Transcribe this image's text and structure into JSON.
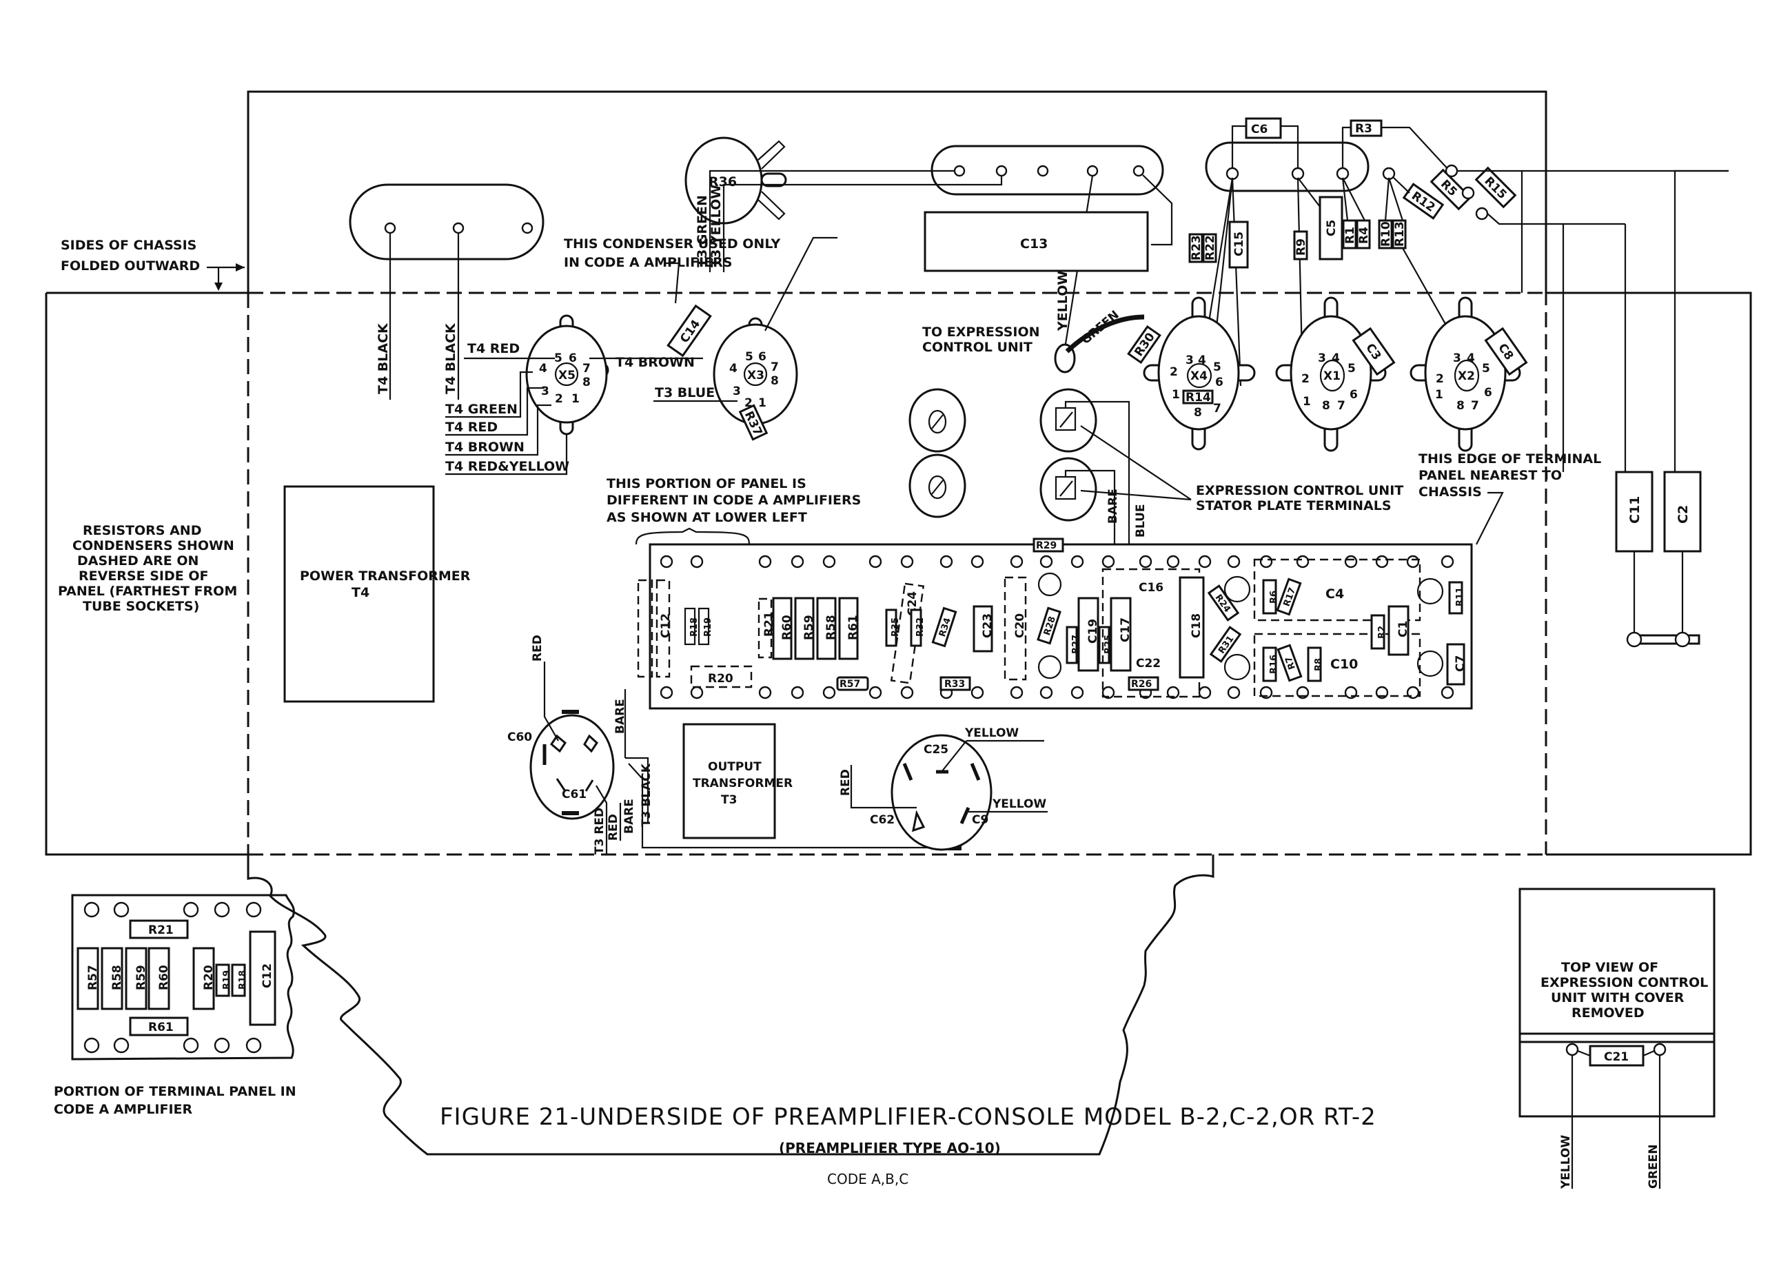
{
  "figure": {
    "title": "FIGURE 21-UNDERSIDE OF PREAMPLIFIER-CONSOLE MODEL B-2,C-2,OR RT-2",
    "subtitle": "(PREAMPLIFIER TYPE AO-10)",
    "code": "CODE A,B,C"
  },
  "notes": {
    "chassis_sides": [
      "SIDES OF CHASSIS",
      "FOLDED OUTWARD"
    ],
    "condenser_code_a": [
      "THIS CONDENSER USED ONLY",
      "IN CODE A AMPLIFIERS"
    ],
    "to_expression": [
      "TO EXPRESSION",
      "CONTROL UNIT"
    ],
    "stator_terminals": [
      "EXPRESSION CONTROL UNIT",
      "STATOR PLATE TERMINALS"
    ],
    "terminal_edge": [
      "THIS EDGE OF TERMINAL",
      "PANEL NEAREST TO",
      "CHASSIS"
    ],
    "panel_portion": [
      "THIS PORTION OF PANEL IS",
      "DIFFERENT IN CODE A AMPLIFIERS",
      "AS SHOWN AT LOWER LEFT"
    ],
    "dashed_legend": [
      "RESISTORS AND",
      "CONDENSERS SHOWN",
      "DASHED ARE ON",
      "REVERSE SIDE OF",
      "PANEL (FARTHEST FROM",
      "TUBE SOCKETS)"
    ],
    "code_a_panel": [
      "PORTION OF TERMINAL PANEL IN",
      "CODE A AMPLIFIER"
    ],
    "expression_top": [
      "TOP VIEW OF",
      "EXPRESSION CONTROL",
      "UNIT WITH COVER",
      "REMOVED"
    ]
  },
  "components": {
    "power_transformer": [
      "POWER TRANSFORMER",
      "T4"
    ],
    "output_transformer": [
      "OUTPUT",
      "TRANSFORMER",
      "T3"
    ],
    "potentiometer": "R36",
    "c13": "C13",
    "c14": "C14",
    "r37": "R37",
    "r30": "R30",
    "r14": "R14",
    "c3": "C3",
    "c8": "C8",
    "c6": "C6",
    "r3": "R3",
    "r5": "R5",
    "r12": "R12",
    "r15": "R15",
    "upper_vertical": [
      "R23",
      "R22",
      "C15",
      "R9",
      "C5",
      "R1",
      "R4",
      "R10",
      "R13"
    ],
    "c11": "C11",
    "c2": "C2",
    "c21": "C21",
    "can_left": [
      "C60",
      "C61"
    ],
    "can_right": [
      "C25",
      "C62",
      "C9"
    ]
  },
  "sockets": [
    {
      "id": "X5",
      "pins": [
        "1",
        "2",
        "3",
        "4",
        "5",
        "6",
        "7",
        "8"
      ]
    },
    {
      "id": "X3",
      "pins": [
        "1",
        "2",
        "3",
        "4",
        "5",
        "6",
        "7",
        "8"
      ]
    },
    {
      "id": "X4",
      "pins": [
        "1",
        "2",
        "3",
        "4",
        "5",
        "6",
        "7",
        "8"
      ]
    },
    {
      "id": "X1",
      "pins": [
        "1",
        "2",
        "3",
        "4",
        "5",
        "6",
        "7",
        "8"
      ]
    },
    {
      "id": "X2",
      "pins": [
        "1",
        "2",
        "3",
        "4",
        "5",
        "6",
        "7",
        "8"
      ]
    }
  ],
  "wires": {
    "t4_black_1": "T4 BLACK",
    "t4_black_2": "T4 BLACK",
    "t4_red": "T4 RED",
    "t4_brown_top": "T4 BROWN",
    "t4_green": "T4 GREEN",
    "t4_red_2": "T4 RED",
    "t4_brown": "T4 BROWN",
    "t4_red_yellow": "T4 RED&YELLOW",
    "t3_blue": "T3 BLUE",
    "t3_green": "T3 GREEN",
    "t3_yellow": "T3 YELLOW",
    "yellow": "YELLOW",
    "green": "GREEN",
    "bare": "BARE",
    "blue": "BLUE",
    "can_bare": "BARE",
    "t3_red": "T3 RED",
    "red": "RED",
    "bare2": "BARE",
    "t3_black": "T3 BLACK",
    "red_right": "RED",
    "yellow_c25": "YELLOW",
    "yellow_c9": "YELLOW",
    "ecu_yellow": "YELLOW",
    "ecu_green": "GREEN"
  },
  "terminal_panel": {
    "solid": [
      "R60",
      "R59",
      "R58",
      "R61",
      "C23",
      "C19",
      "C17",
      "C18",
      "R6",
      "R17",
      "R16",
      "R7",
      "R8",
      "R2",
      "C1",
      "R11",
      "C7"
    ],
    "dashed": [
      "C12",
      "R18",
      "R19",
      "R21",
      "R35",
      "C24",
      "R32",
      "C20"
    ],
    "angled": [
      "R34",
      "R28",
      "R27",
      "R25",
      "R24",
      "R31"
    ],
    "bottom": [
      "R20",
      "R57",
      "R33",
      "R26",
      "R29"
    ],
    "captions": [
      "C16",
      "C22",
      "C4",
      "C10"
    ]
  },
  "code_a_panel": {
    "resistors": [
      "R57",
      "R58",
      "R59",
      "R60",
      "R20",
      "R19",
      "R18",
      "C12"
    ],
    "horizontal": [
      "R21",
      "R61"
    ]
  }
}
